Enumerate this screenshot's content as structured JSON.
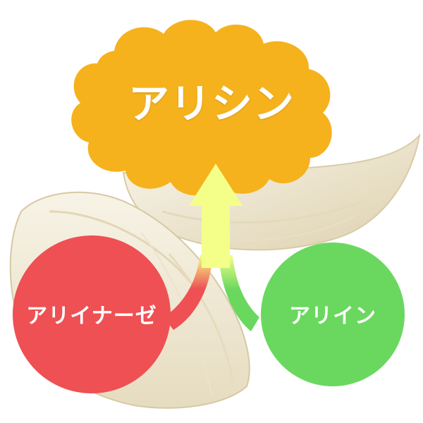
{
  "diagram": {
    "product": {
      "label": "アリシン",
      "color": "#f5b21c"
    },
    "enzyme": {
      "label": "アリイナーゼ",
      "color": "#ee5054"
    },
    "substrate": {
      "label": "アリイン",
      "color": "#6ad85f"
    },
    "arrow": {
      "color": "#f4ff8a"
    },
    "background_image": "garlic-cloves"
  }
}
